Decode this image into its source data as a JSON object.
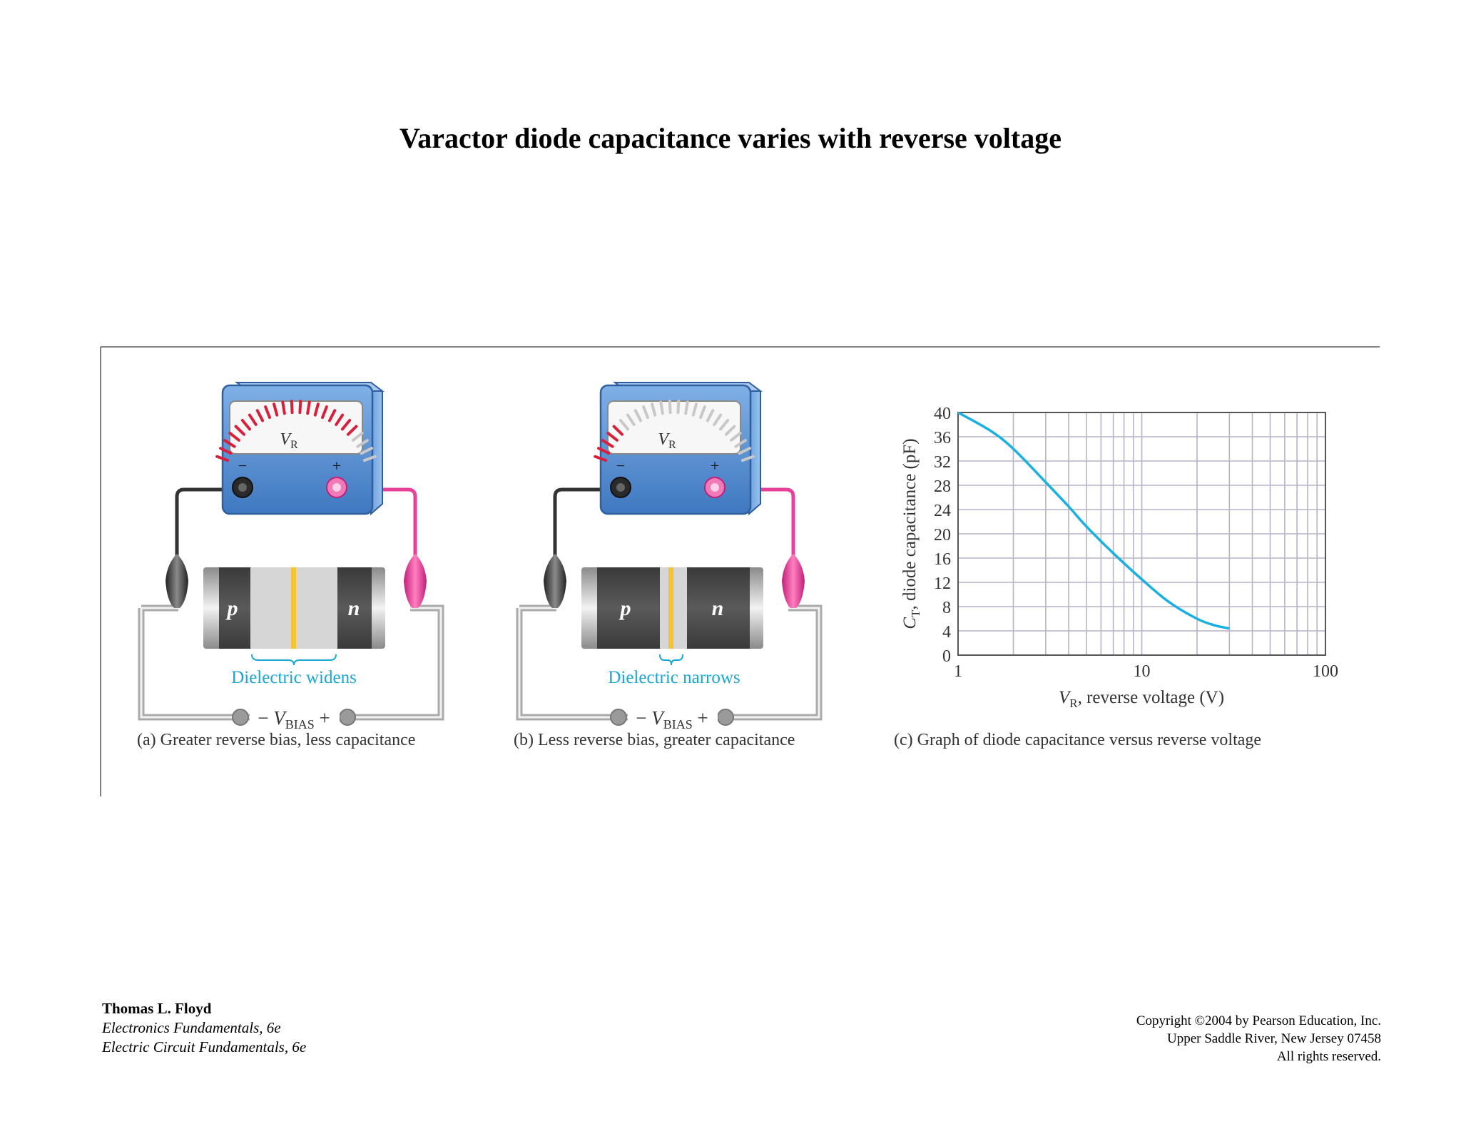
{
  "title": "Varactor diode capacitance varies with reverse voltage",
  "panel_a": {
    "meter_label": "V",
    "meter_sub": "R",
    "minus": "−",
    "plus": "+",
    "p_label": "p",
    "n_label": "n",
    "dielectric_label": "Dielectric widens",
    "bias_minus": "−",
    "bias_v": "V",
    "bias_sub": "BIAS",
    "bias_plus": "+",
    "caption": "(a) Greater reverse bias, less capacitance"
  },
  "panel_b": {
    "meter_label": "V",
    "meter_sub": "R",
    "minus": "−",
    "plus": "+",
    "p_label": "p",
    "n_label": "n",
    "dielectric_label": "Dielectric narrows",
    "bias_minus": "−",
    "bias_v": "V",
    "bias_sub": "BIAS",
    "bias_plus": "+",
    "caption": "(b) Less reverse bias, greater capacitance"
  },
  "chart_data": {
    "type": "line",
    "x_scale": "log",
    "xlim": [
      1,
      100
    ],
    "ylim": [
      0,
      40
    ],
    "x_ticks": [
      "1",
      "10",
      "100"
    ],
    "y_ticks": [
      "0",
      "4",
      "8",
      "12",
      "16",
      "20",
      "24",
      "28",
      "32",
      "36",
      "40"
    ],
    "ylabel_main": "C",
    "ylabel_sub": "T",
    "ylabel_rest": ", diode capacitance (pF)",
    "xlabel_main": "V",
    "xlabel_sub": "R",
    "xlabel_rest": ", reverse voltage (V)",
    "grid": true,
    "line_color": "#1ab0e0",
    "x": [
      1,
      1.5,
      2,
      3,
      4,
      5,
      7,
      10,
      14,
      20,
      25,
      30
    ],
    "y": [
      40,
      37,
      34,
      28.5,
      24.5,
      21.2,
      16.8,
      12.5,
      8.8,
      6,
      4.9,
      4.4
    ],
    "caption": "(c) Graph of diode capacitance versus reverse voltage"
  },
  "footer": {
    "author": "Thomas L. Floyd",
    "book1": "Electronics Fundamentals, 6e",
    "book2": "Electric Circuit Fundamentals, 6e",
    "copyright1": "Copyright ©2004 by Pearson Education, Inc.",
    "copyright2": "Upper Saddle River, New Jersey 07458",
    "copyright3": "All rights reserved."
  },
  "colors": {
    "meter_blue": "#4a86cc",
    "meter_blue_dark": "#2f5f9e",
    "lead_pink": "#e8409a",
    "lead_black": "#333333",
    "dielectric_cyan": "#1aa7d6",
    "junction_yellow": "#f5c430",
    "region_dark": "#4a4a4a",
    "depletion_gray": "#d6d6d6",
    "scale_red": "#d6203c"
  }
}
